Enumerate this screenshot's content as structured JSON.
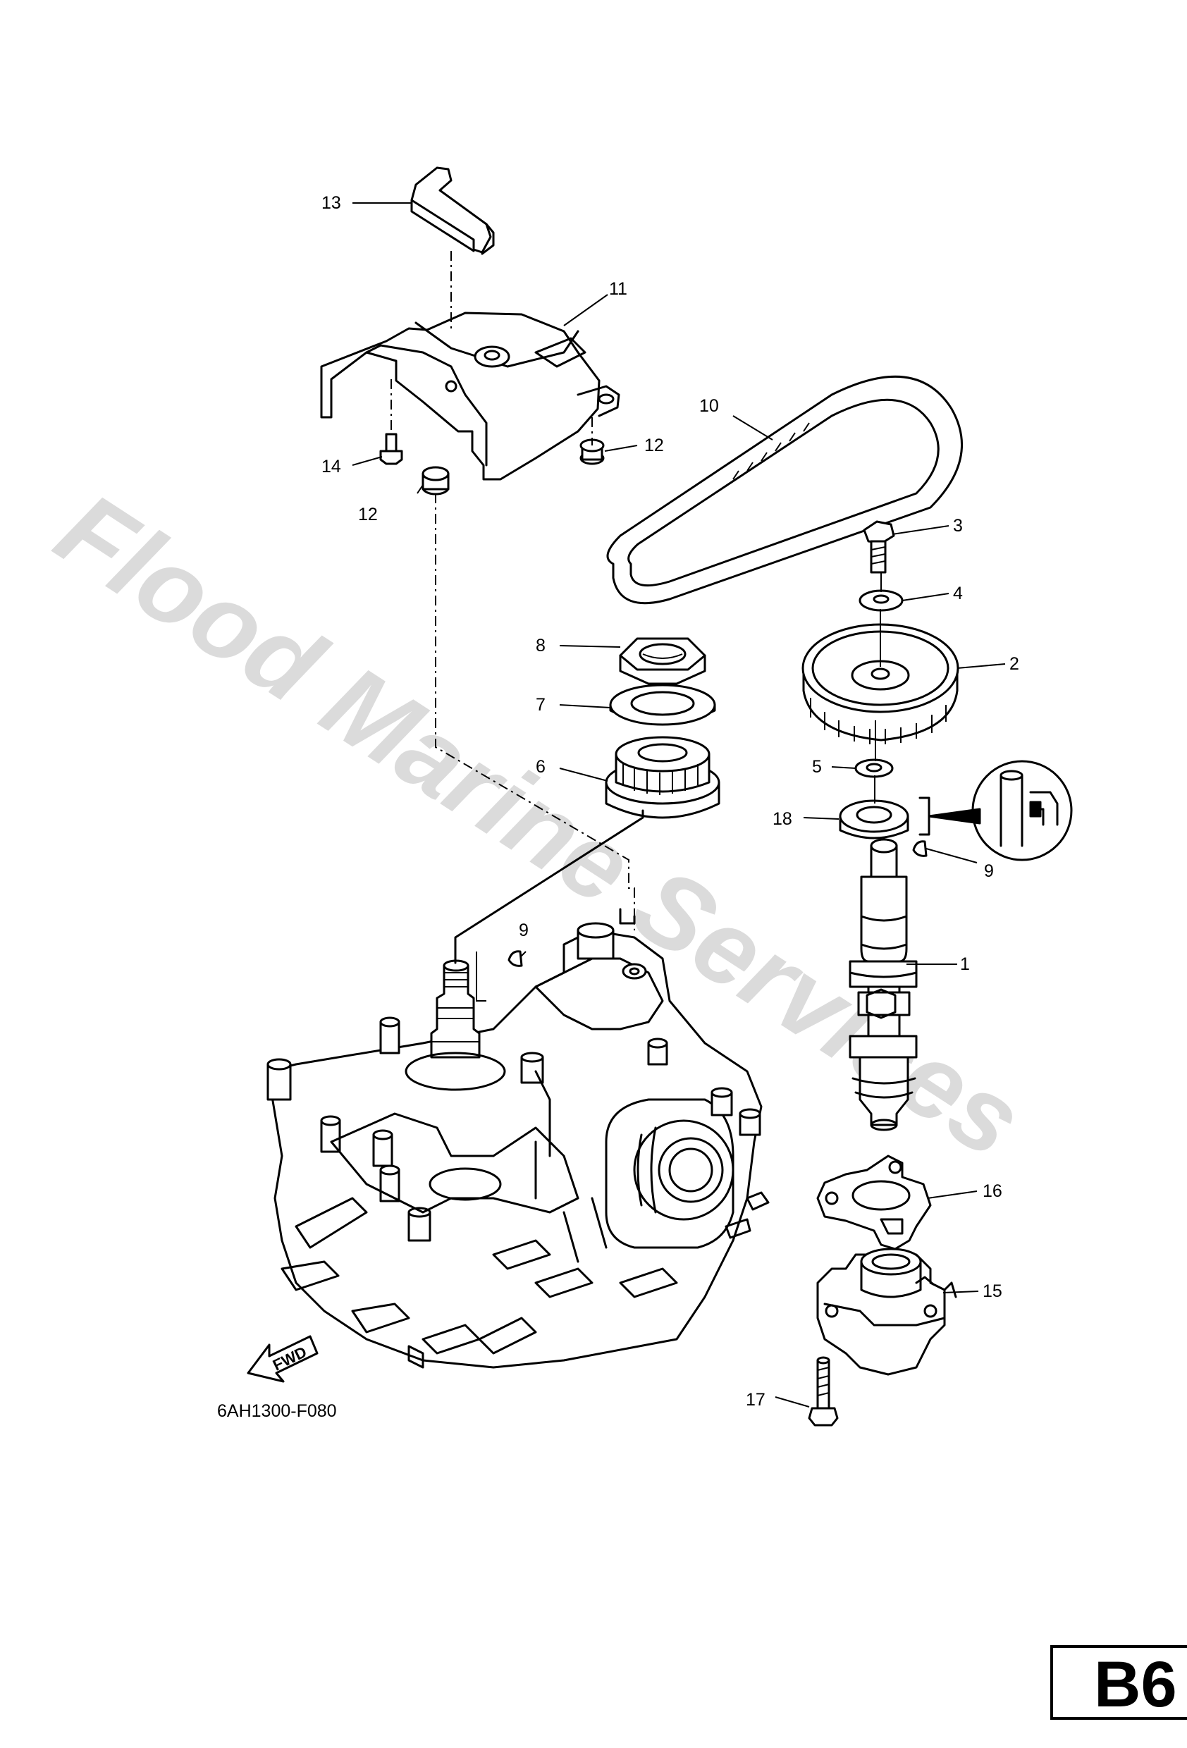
{
  "watermark": "Flood Marine Services",
  "diagram_code": "6AH1300-F080",
  "fwd_label": "FWD",
  "page_tag": "B6",
  "callouts": [
    {
      "id": "c1",
      "label": "1"
    },
    {
      "id": "c2",
      "label": "2"
    },
    {
      "id": "c3",
      "label": "3"
    },
    {
      "id": "c4",
      "label": "4"
    },
    {
      "id": "c5",
      "label": "5"
    },
    {
      "id": "c6",
      "label": "6"
    },
    {
      "id": "c7",
      "label": "7"
    },
    {
      "id": "c8",
      "label": "8"
    },
    {
      "id": "c9a",
      "label": "9"
    },
    {
      "id": "c9b",
      "label": "9"
    },
    {
      "id": "c10",
      "label": "10"
    },
    {
      "id": "c11",
      "label": "11"
    },
    {
      "id": "c12a",
      "label": "12"
    },
    {
      "id": "c12b",
      "label": "12"
    },
    {
      "id": "c13",
      "label": "13"
    },
    {
      "id": "c14",
      "label": "14"
    },
    {
      "id": "c15",
      "label": "15"
    },
    {
      "id": "c16",
      "label": "16"
    },
    {
      "id": "c17",
      "label": "17"
    },
    {
      "id": "c18",
      "label": "18"
    }
  ]
}
